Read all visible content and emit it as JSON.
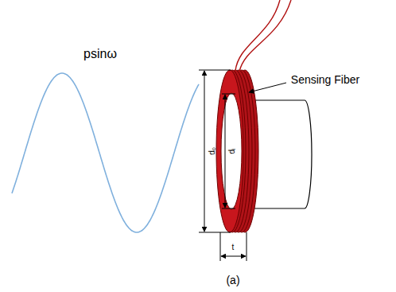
{
  "diagram": {
    "caption": "(a)",
    "labels": [
      "psinω",
      "Sensing Fiber",
      "dₒ",
      "dᵢ",
      "t"
    ]
  }
}
